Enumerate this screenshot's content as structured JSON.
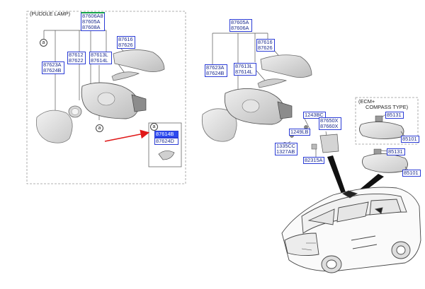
{
  "sections": {
    "puddle_lamp": "(PUDDLE LAMP)",
    "ecm_title_line1": "(ECM+",
    "ecm_title_line2": "COMPASS TYPE)"
  },
  "markers": {
    "a": "a"
  },
  "left_group": {
    "top": [
      "87606A8",
      "87605A",
      "87608A"
    ],
    "cover": [
      "87616",
      "87626"
    ],
    "mirror_left": [
      "87623A",
      "87624B"
    ],
    "lamp": [
      "87612",
      "87622"
    ],
    "garnish": [
      "87613L",
      "87614L"
    ],
    "detail": [
      "87614B",
      "87624D"
    ]
  },
  "middle_group": {
    "top": [
      "87605A",
      "87606A"
    ],
    "cover": [
      "87616",
      "87626"
    ],
    "mirror_left": [
      "87623A",
      "87624B"
    ],
    "garnish": [
      "87613L",
      "87614L"
    ],
    "bolt": "1243BC",
    "cover_inner": [
      "87650X",
      "87660X"
    ],
    "screw": "1249LB",
    "clip": [
      "1335CC",
      "1327AB"
    ],
    "plate": "82315A"
  },
  "right_group": {
    "ecm_upper": "85131",
    "ecm_mirror": "85101",
    "lower_85131": "85131",
    "lower_85101": "85101"
  },
  "colors": {
    "label_border": "#2a3bd6",
    "label_text": "#1a2a8c",
    "highlight": "#2d4bf0",
    "arrow": "#e01818"
  }
}
